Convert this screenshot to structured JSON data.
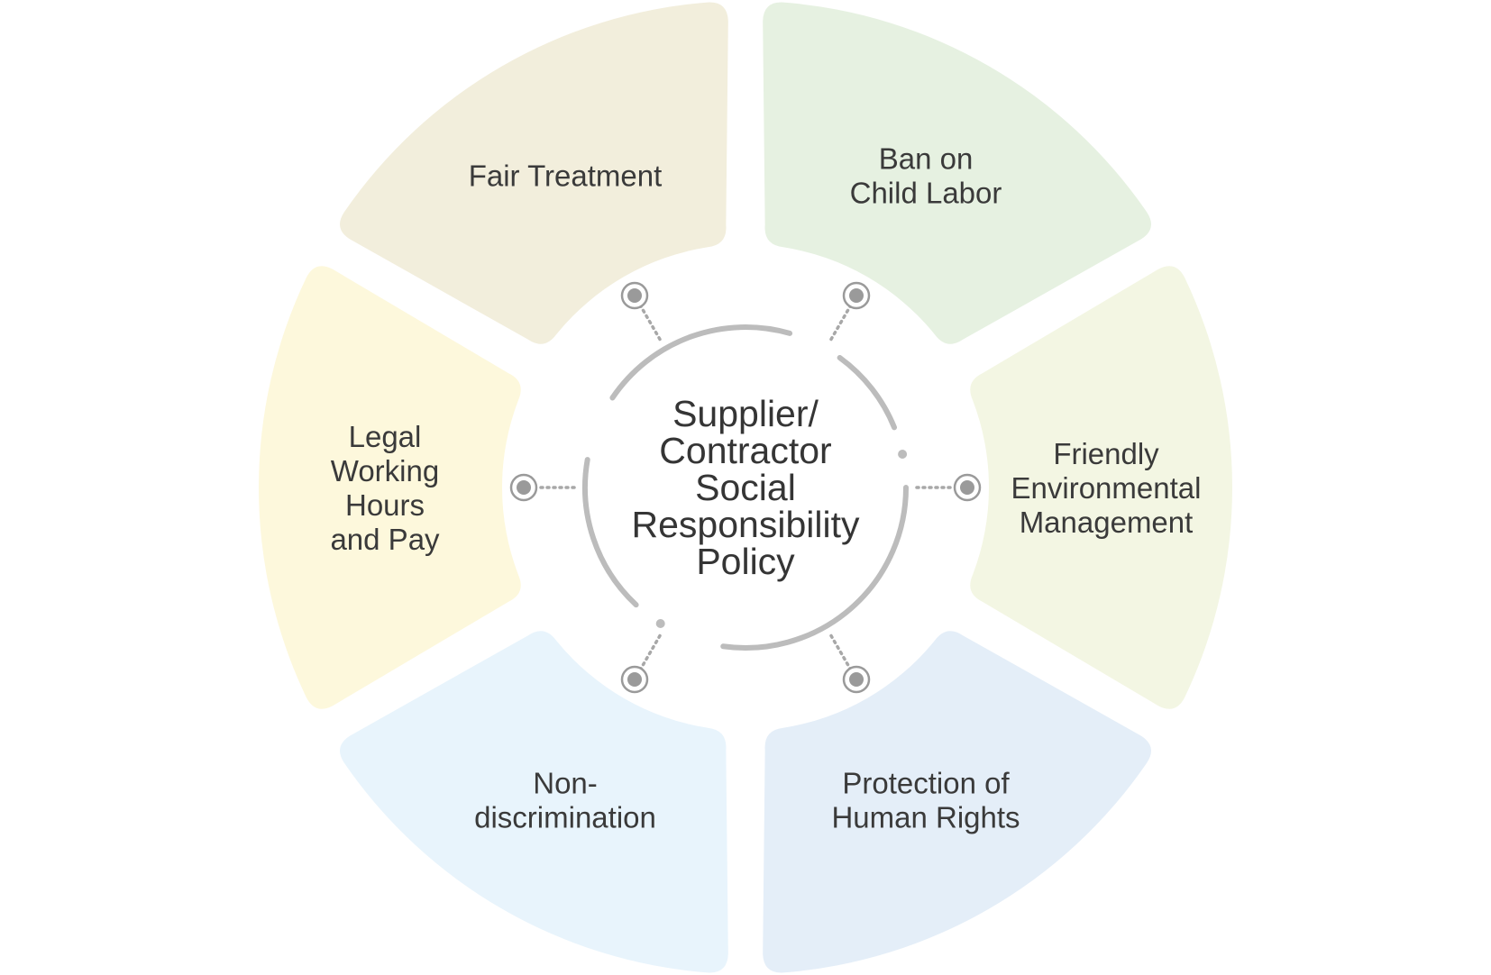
{
  "center": {
    "lines": [
      "Supplier/",
      "Contractor",
      "Social",
      "Responsibility",
      "Policy"
    ]
  },
  "segments": [
    {
      "id": "fair-treatment",
      "lines": [
        "Fair Treatment"
      ],
      "color": "#f2eedc"
    },
    {
      "id": "ban-on-child-labor",
      "lines": [
        "Ban on",
        "Child Labor"
      ],
      "color": "#e6f1e1"
    },
    {
      "id": "friendly-environmental-management",
      "lines": [
        "Friendly",
        "Environmental",
        "Management"
      ],
      "color": "#f3f6e3"
    },
    {
      "id": "protection-of-human-rights",
      "lines": [
        "Protection of",
        "Human Rights"
      ],
      "color": "#e4eef8"
    },
    {
      "id": "non-discrimination",
      "lines": [
        "Non-",
        "discrimination"
      ],
      "color": "#e8f4fc"
    },
    {
      "id": "legal-working-hours-and-pay",
      "lines": [
        "Legal",
        "Working",
        "Hours",
        "and Pay"
      ],
      "color": "#fdf8dc"
    }
  ],
  "colors": {
    "ring": "#bcbcbc",
    "connector": "#a8a8a8",
    "node": "#9a9a9a",
    "text": "#3a3a3a"
  }
}
